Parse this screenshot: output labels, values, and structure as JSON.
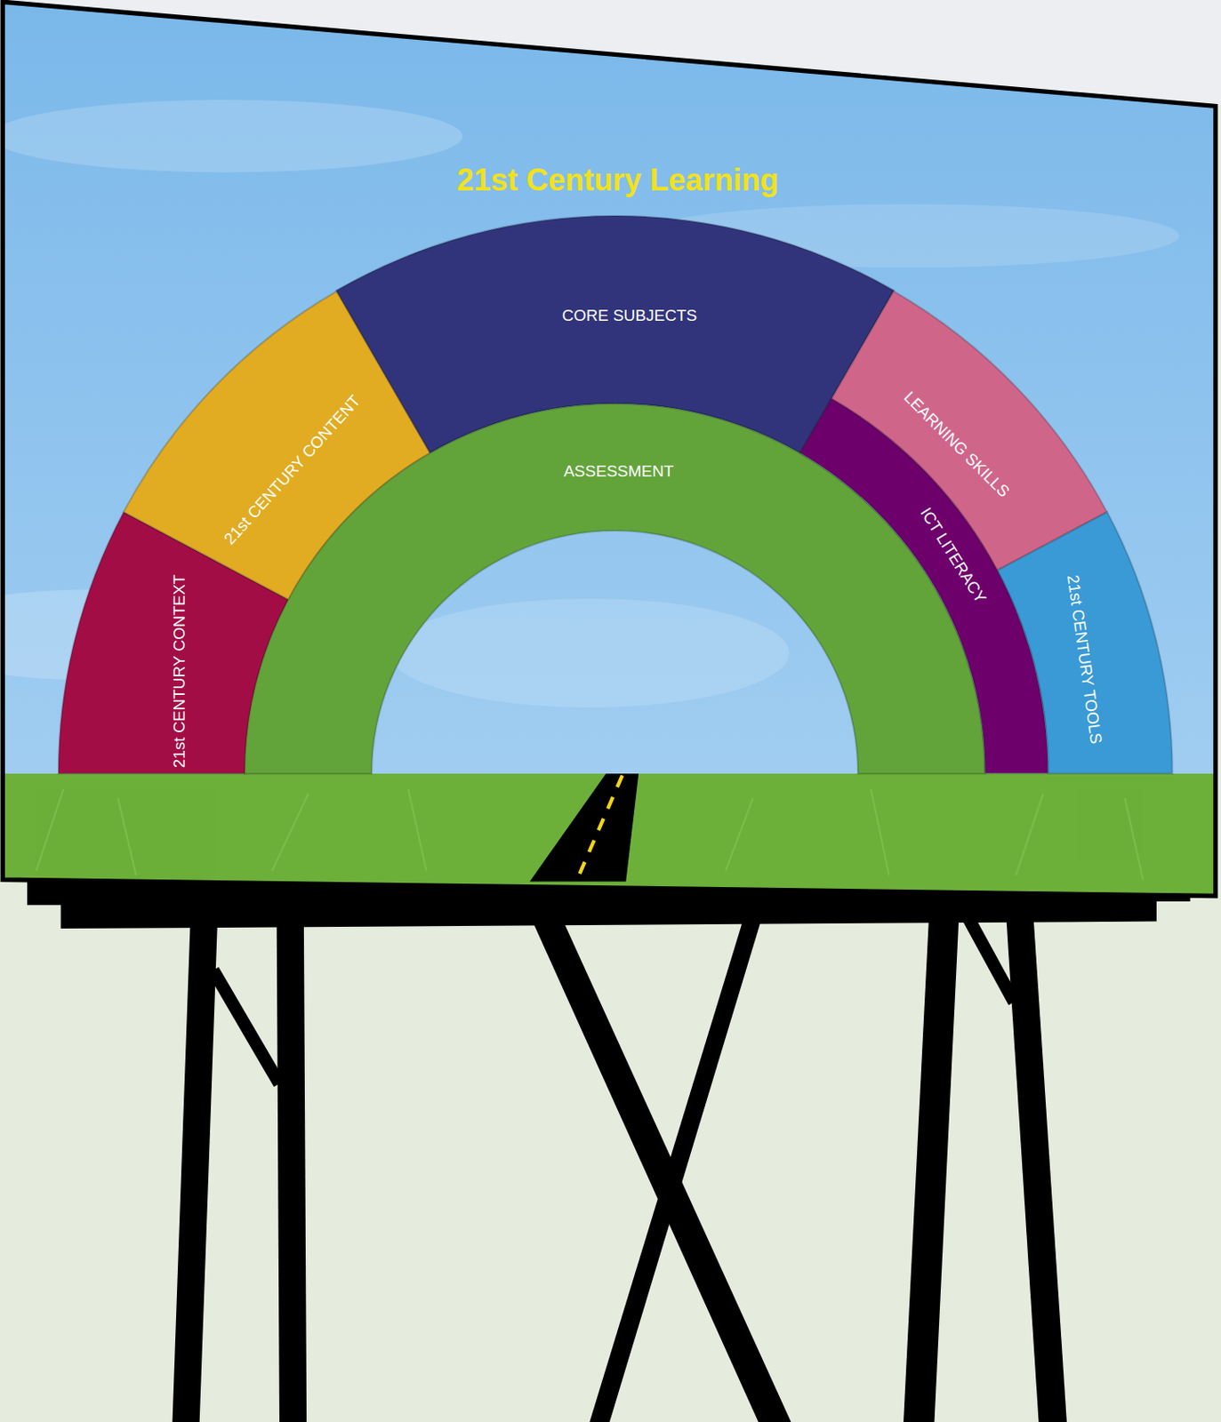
{
  "diagram": {
    "title": "21st Century Learning",
    "nodes": [
      {
        "text": [
          "21st CENTURY CONTEXT"
        ]
      },
      {
        "text": [
          "21st CENTURY CONTENT"
        ]
      },
      {
        "text": [
          "CORE SUBJECTS"
        ]
      },
      {
        "text": [
          "LEARNING SKILLS"
        ]
      },
      {
        "text": [
          "21st CENTURY TOOLS"
        ]
      },
      {
        "text": [
          "ASSESSMENT"
        ]
      },
      {
        "text": [
          "ICT LITERACY"
        ]
      }
    ]
  }
}
